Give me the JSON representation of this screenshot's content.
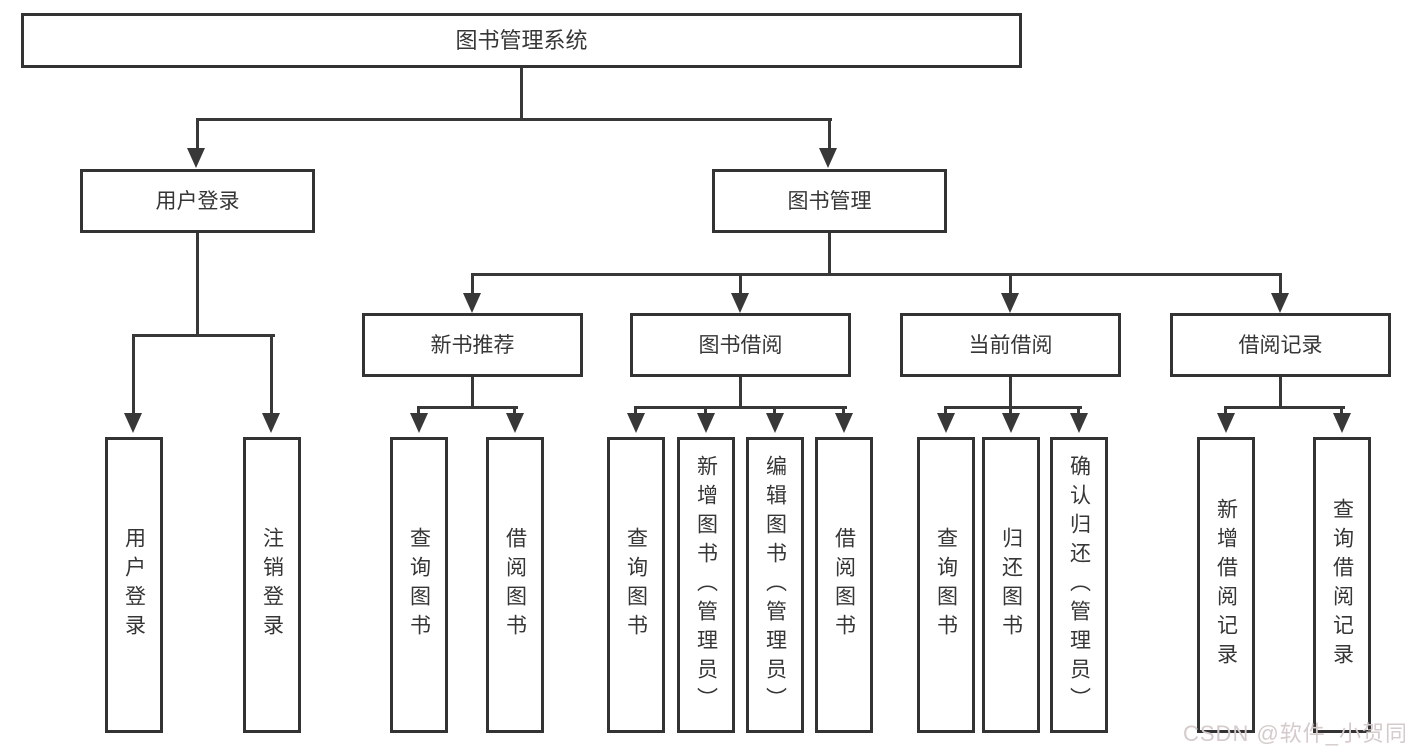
{
  "tree": {
    "label": "图书管理系统",
    "children": [
      {
        "label": "用户登录",
        "children": [
          {
            "label": "用户登录"
          },
          {
            "label": "注销登录"
          }
        ]
      },
      {
        "label": "图书管理",
        "children": [
          {
            "label": "新书推荐",
            "children": [
              {
                "label": "查询图书"
              },
              {
                "label": "借阅图书"
              }
            ]
          },
          {
            "label": "图书借阅",
            "children": [
              {
                "label": "查询图书"
              },
              {
                "label": "新增图书（管理员）"
              },
              {
                "label": "编辑图书（管理员）"
              },
              {
                "label": "借阅图书"
              }
            ]
          },
          {
            "label": "当前借阅",
            "children": [
              {
                "label": "查询图书"
              },
              {
                "label": "归还图书"
              },
              {
                "label": "确认归还（管理员）"
              }
            ]
          },
          {
            "label": "借阅记录",
            "children": [
              {
                "label": "新增借阅记录"
              },
              {
                "label": "查询借阅记录"
              }
            ]
          }
        ]
      }
    ]
  },
  "watermark": {
    "text": "CSDN @软件_小贺同学"
  },
  "colors": {
    "line": "#383838",
    "box_border": "#333333",
    "text": "#363636",
    "background": "#ffffff",
    "watermark": "#d5cbcb"
  }
}
